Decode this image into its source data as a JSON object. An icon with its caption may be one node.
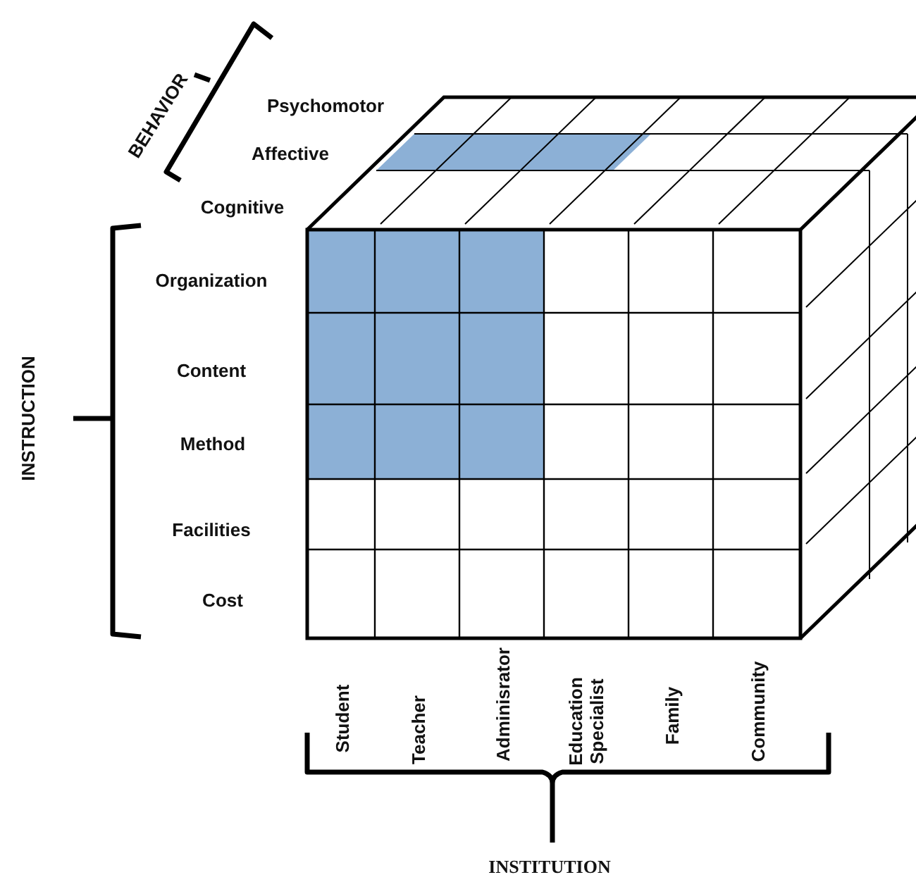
{
  "diagram": {
    "labels": [
      "BEHAVIOR",
      "Psychomotor",
      "Affective",
      "Cognitive",
      "INSTRUCTION",
      "Organization",
      "Content",
      "Method",
      "Facilities",
      "Cost",
      "Student",
      "Teacher",
      "Adminisrator",
      "Education Specialist",
      "Family",
      "Community",
      "INSTITUTION"
    ]
  }
}
